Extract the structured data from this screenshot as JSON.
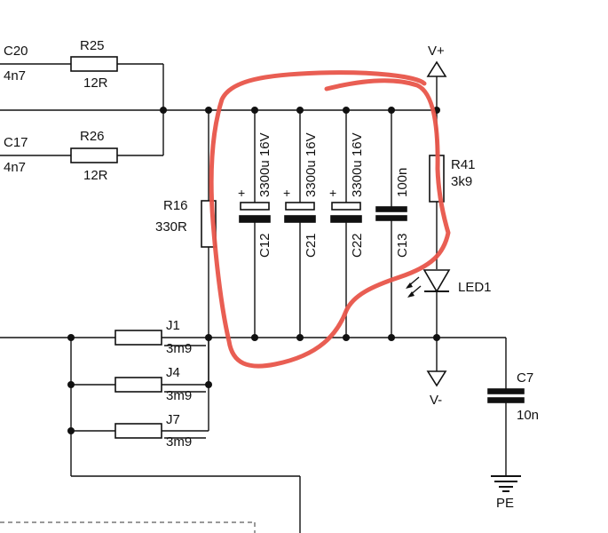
{
  "schematic": {
    "c20": {
      "ref": "C20",
      "value": "4n7"
    },
    "c17": {
      "ref": "C17",
      "value": "4n7"
    },
    "r25": {
      "ref": "R25",
      "value": "12R"
    },
    "r26": {
      "ref": "R26",
      "value": "12R"
    },
    "r16": {
      "ref": "R16",
      "value": "330R"
    },
    "c12": {
      "ref": "C12",
      "value": "3300u 16V",
      "plus": "+"
    },
    "c21": {
      "ref": "C21",
      "value": "3300u 16V",
      "plus": "+"
    },
    "c22": {
      "ref": "C22",
      "value": "3300u 16V",
      "plus": "+"
    },
    "c13": {
      "ref": "C13",
      "value": "100n"
    },
    "r41": {
      "ref": "R41",
      "value": "3k9"
    },
    "led1": {
      "ref": "LED1"
    },
    "vplus": "V+",
    "vminus": "V-",
    "c7": {
      "ref": "C7",
      "value": "10n"
    },
    "pe": "PE",
    "j1": {
      "ref": "J1",
      "value": "3m9"
    },
    "j4": {
      "ref": "J4",
      "value": "3m9"
    },
    "j7": {
      "ref": "J7",
      "value": "3m9"
    }
  },
  "colors": {
    "wire": "#111111",
    "annotation": "#e8554a"
  }
}
